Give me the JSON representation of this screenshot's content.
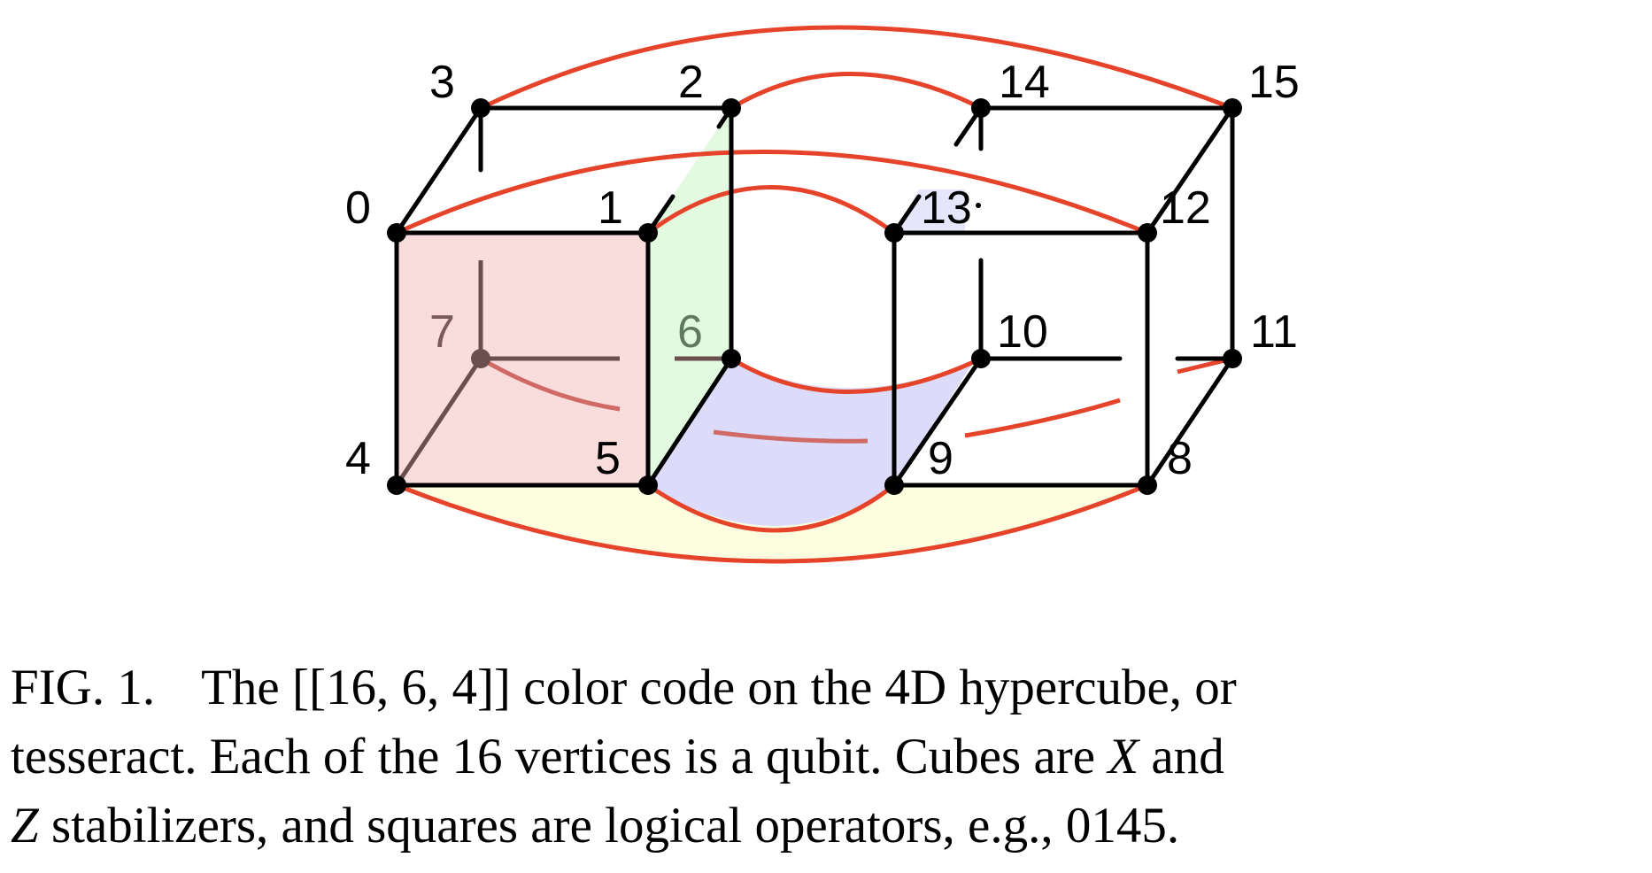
{
  "figure": {
    "vertex_labels": [
      "0",
      "1",
      "2",
      "3",
      "4",
      "5",
      "6",
      "7",
      "8",
      "9",
      "10",
      "11",
      "12",
      "13",
      "14",
      "15"
    ],
    "colors": {
      "edge": "#000000",
      "arc": "#e5432a",
      "face_red": "#f9dcdc",
      "face_green": "#e2fae0",
      "face_blue": "#dcdcfa",
      "face_yellow": "#fdfde0"
    }
  },
  "caption": {
    "fig_label": "FIG. 1.",
    "line1": "The [[16, 6, 4]] color code on the 4D hypercube, or",
    "line2": "tesseract. Each of the 16 vertices is a qubit. Cubes are",
    "line2_var": "X",
    "line2_end": "and",
    "line3_var": "Z",
    "line3": "stabilizers, and squares are logical operators, e.g., 0145."
  }
}
